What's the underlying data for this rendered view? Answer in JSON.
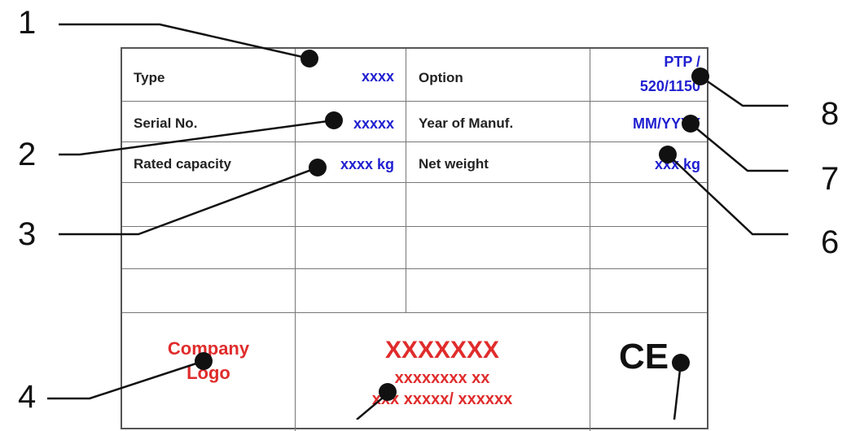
{
  "plate": {
    "rows": [
      {
        "label_left": "Type",
        "value_left": "xxxx",
        "label_right": "Option",
        "value_right_1": "PTP /",
        "value_right_2": "520/1150"
      },
      {
        "label_left": "Serial No.",
        "value_left": "xxxxx",
        "label_right": "Year of Manuf.",
        "value_right": "MM/YYYY"
      },
      {
        "label_left": "Rated capacity",
        "value_left": "xxxx kg",
        "label_right": "Net weight",
        "value_right": "xxx kg"
      }
    ],
    "logo_line1": "Company",
    "logo_line2": "Logo",
    "center_line1": "XXXXXXX",
    "center_line2": "xxxxxxxx xx",
    "center_line3": "xxx xxxxx/ xxxxxx",
    "ce_mark": "CE"
  },
  "callouts": [
    "1",
    "2",
    "3",
    "4",
    "6",
    "7",
    "8"
  ],
  "colors": {
    "value_blue": "#1f1fd0",
    "accent_red": "#e02c2c",
    "lines": "#777777"
  }
}
